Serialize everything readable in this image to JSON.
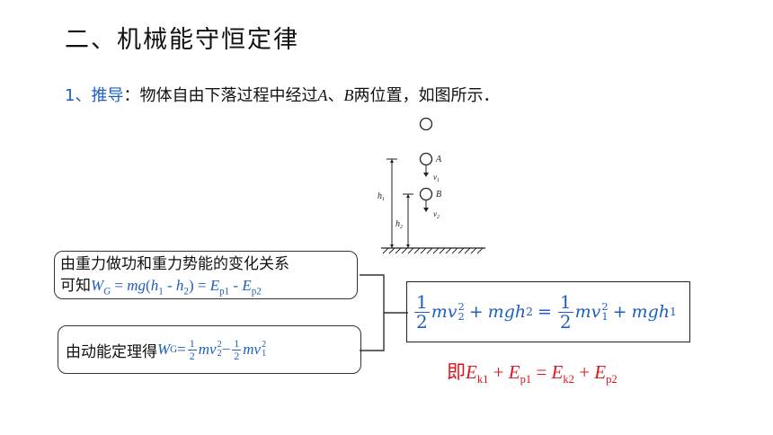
{
  "title": "二、机械能守恒定律",
  "intro": {
    "number": "1、",
    "keyword": "推导",
    "colon": "：",
    "text_before": "物体自由下落过程中经过",
    "point_a": "A",
    "sep": "、",
    "point_b": "B",
    "text_after": "两位置，如图所示．"
  },
  "diagram": {
    "label_a": "A",
    "label_b": "B",
    "label_v1": "v",
    "sub_v1": "1",
    "label_v2": "v",
    "sub_v2": "2",
    "label_h1": "h",
    "sub_h1": "1",
    "label_h2": "h",
    "sub_h2": "2"
  },
  "box_gravity": {
    "line1": "由重力做功和重力势能的变化关系",
    "prefix": "可知",
    "formula": {
      "W": "W",
      "W_sub": "G",
      "eq1": " = ",
      "m": "mg",
      "lp": "(",
      "h1": "h",
      "h1_sub": "1",
      "minus": " - ",
      "h2": "h",
      "h2_sub": "2",
      "rp": ")",
      "eq2": " = ",
      "Ep1": "E",
      "Ep1_sub": "p1",
      "minus2": " - ",
      "Ep2": "E",
      "Ep2_sub": "p2"
    }
  },
  "box_kinetic": {
    "prefix": "由动能定理得",
    "W": "W",
    "W_sub": "G",
    "eq": " = ",
    "half_num": "1",
    "half_den": "2",
    "term1": "mv",
    "term1_sup": "2",
    "term1_sub": "2",
    "minus": " − ",
    "term2": "mv",
    "term2_sup": "2",
    "term2_sub": "1"
  },
  "box_result": {
    "half_num": "1",
    "half_den": "2",
    "t1": "mv",
    "t1_sup": "2",
    "t1_sub": "2",
    "plus1": "+",
    "t2": "mgh",
    "t2_sub": "2",
    "eq": "=",
    "t3": "mv",
    "t3_sup": "2",
    "t3_sub": "1",
    "plus2": "+",
    "t4": "mgh",
    "t4_sub": "1"
  },
  "conclusion": {
    "prefix": "即",
    "Ek1": "E",
    "Ek1_sub": "k1",
    "plus1": " + ",
    "Ep1": "E",
    "Ep1_sub": "p1",
    "eq": " = ",
    "Ek2": "E",
    "Ek2_sub": "k2",
    "plus2": " + ",
    "Ep2": "E",
    "Ep2_sub": "p2"
  },
  "colors": {
    "accent_blue": "#1f5fbf",
    "accent_red": "#e0141b"
  }
}
